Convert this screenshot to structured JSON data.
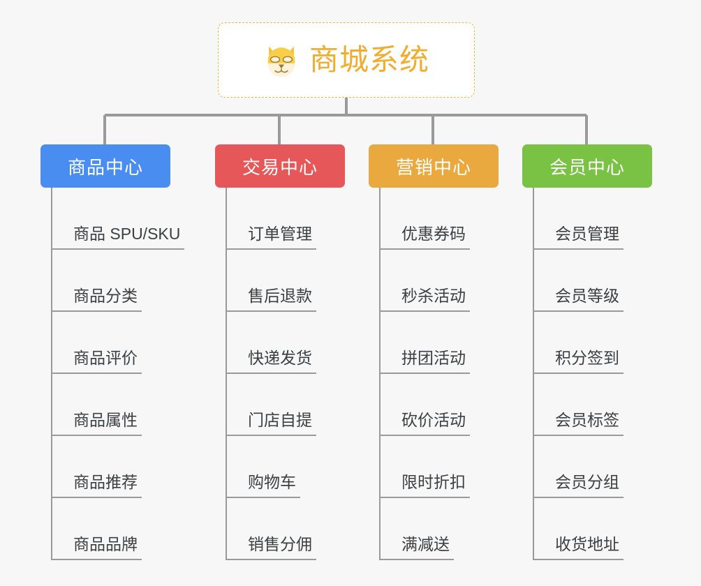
{
  "diagram": {
    "type": "org-chart",
    "title": "商城系统",
    "background_color": "#f7f7f7",
    "connector_color": "#9a9a9a"
  },
  "root": {
    "label": "商城系统",
    "icon": "shiba-dog-face-emoji",
    "text_color": "#f0ad2e",
    "border_color": "#e9b84a",
    "background_color": "#ffffff",
    "border_style": "dashed"
  },
  "branches": [
    {
      "label": "商品中心",
      "color": "#4a8df0",
      "items": [
        {
          "label": "商品 SPU/SKU"
        },
        {
          "label": "商品分类"
        },
        {
          "label": "商品评价"
        },
        {
          "label": "商品属性"
        },
        {
          "label": "商品推荐"
        },
        {
          "label": "商品品牌"
        }
      ]
    },
    {
      "label": "交易中心",
      "color": "#e6575a",
      "items": [
        {
          "label": "订单管理"
        },
        {
          "label": "售后退款"
        },
        {
          "label": "快递发货"
        },
        {
          "label": "门店自提"
        },
        {
          "label": "购物车"
        },
        {
          "label": "销售分佣"
        }
      ]
    },
    {
      "label": "营销中心",
      "color": "#eaa93f",
      "items": [
        {
          "label": "优惠券码"
        },
        {
          "label": "秒杀活动"
        },
        {
          "label": "拼团活动"
        },
        {
          "label": "砍价活动"
        },
        {
          "label": "限时折扣"
        },
        {
          "label": "满减送"
        }
      ]
    },
    {
      "label": "会员中心",
      "color": "#79c243",
      "items": [
        {
          "label": "会员管理"
        },
        {
          "label": "会员等级"
        },
        {
          "label": "积分签到"
        },
        {
          "label": "会员标签"
        },
        {
          "label": "会员分组"
        },
        {
          "label": "收货地址"
        }
      ]
    }
  ]
}
